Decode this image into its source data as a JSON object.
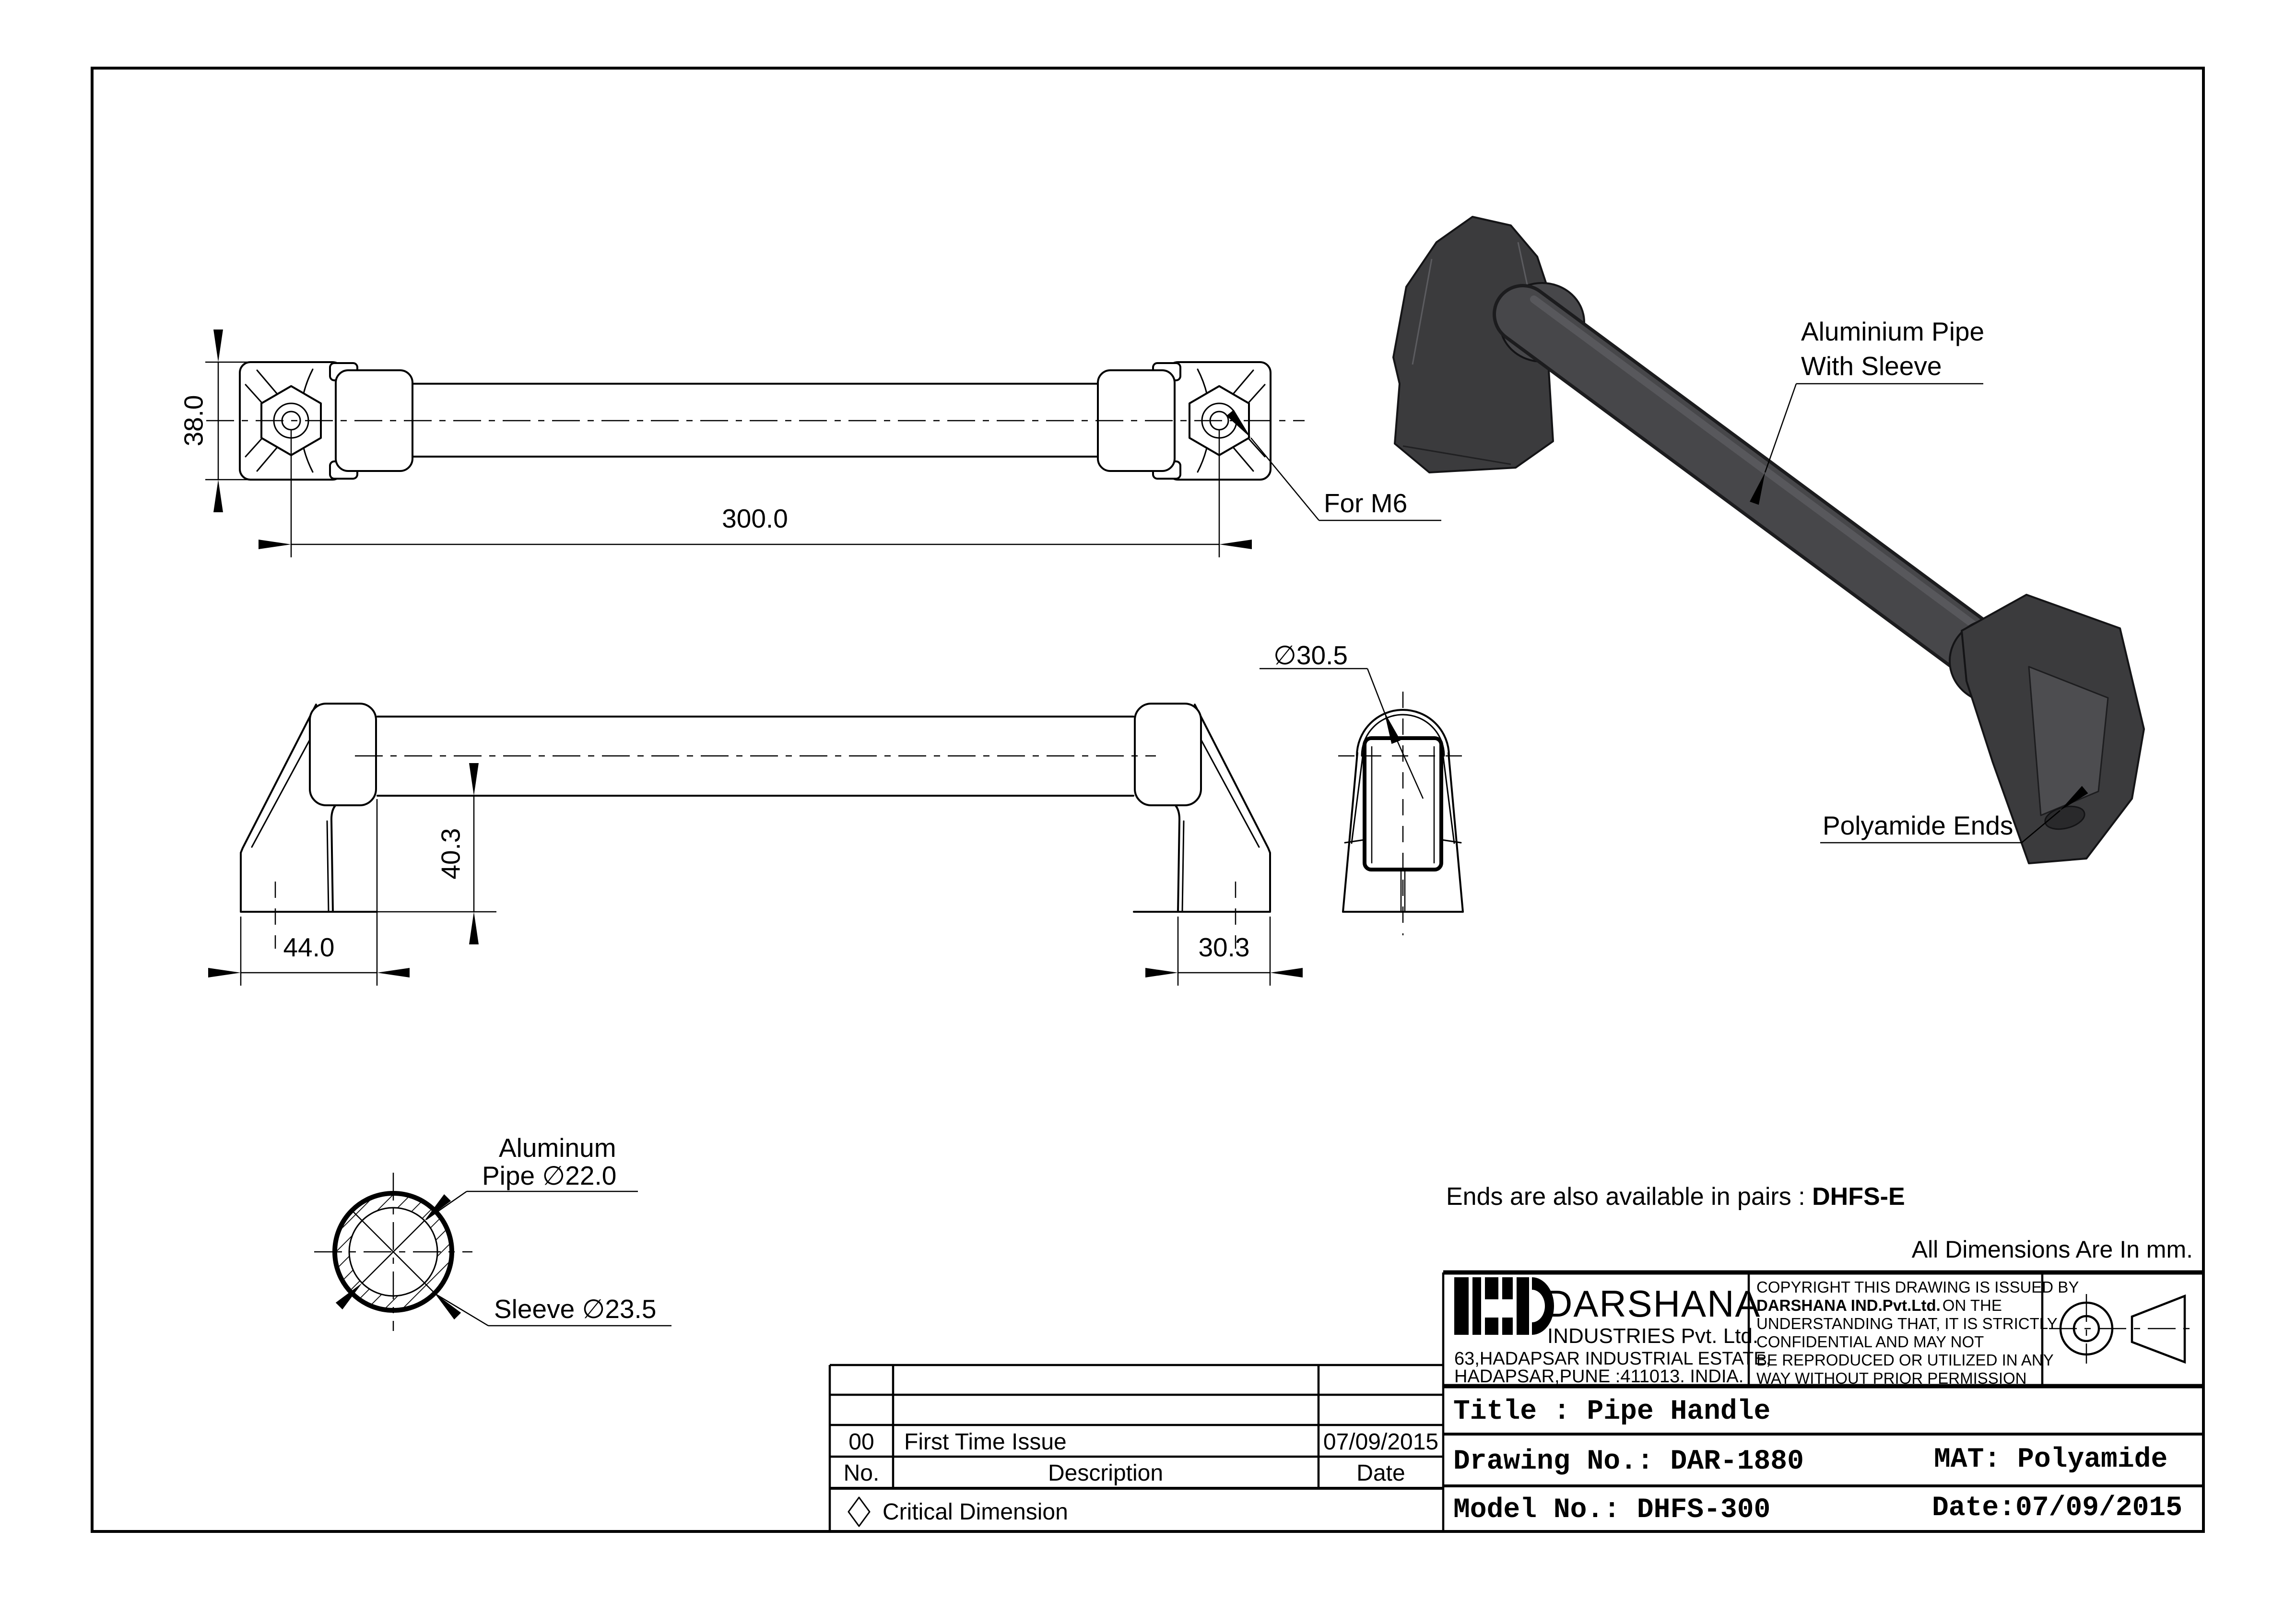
{
  "colors": {
    "line": "#000000",
    "paper": "#ffffff",
    "handle_dark": "#3b3b3d",
    "handle_mid": "#47474a",
    "handle_light": "#5c5c60"
  },
  "views": {
    "front": {
      "dim_height": "38.0",
      "dim_length": "300.0",
      "screw_label": "For M6"
    },
    "side": {
      "dim_height": "40.3",
      "dim_base_width": "44.0",
      "dim_base_depth": "30.3"
    },
    "end": {
      "dim_outer_dia": "∅30.5"
    },
    "iso": {
      "pipe_label_line1": "Aluminium Pipe",
      "pipe_label_line2": "With Sleeve",
      "ends_label": "Polyamide Ends"
    },
    "section": {
      "pipe_label_line1": "Aluminum",
      "pipe_label_line2": "Pipe ∅22.0",
      "sleeve_label": "Sleeve ∅23.5"
    }
  },
  "notes": {
    "pairs_prefix": "Ends are also available in pairs : ",
    "pairs_code": "DHFS-E",
    "units": "All Dimensions Are In mm."
  },
  "revision_table": {
    "row0": {
      "no": "00",
      "description": "First Time Issue",
      "date": "07/09/2015"
    },
    "header": {
      "no": "No.",
      "description": "Description",
      "date": "Date"
    },
    "legend": "Critical Dimension"
  },
  "title_block": {
    "company_name": "DARSHANA",
    "company_type": "INDUSTRIES Pvt. Ltd.",
    "address_line1": "63,HADAPSAR INDUSTRIAL ESTATE,",
    "address_line2": "HADAPSAR,PUNE :411013. INDIA.",
    "copyright_line1": "COPYRIGHT THIS DRAWING IS ISSUED BY",
    "copyright_line2_bold": "DARSHANA IND.Pvt.Ltd.",
    "copyright_line2_rest": " ON THE",
    "copyright_line3": "UNDERSTANDING THAT, IT IS STRICTLY",
    "copyright_line4": "CONFIDENTIAL AND MAY NOT",
    "copyright_line5": "BE REPRODUCED OR UTILIZED IN ANY",
    "copyright_line6": "WAY WITHOUT PRIOR PERMISSION",
    "title": "Title : Pipe Handle",
    "drawing_no": "Drawing No.: DAR-1880",
    "material": "MAT: Polyamide",
    "model_no": "Model No.: DHFS-300",
    "date": "Date:07/09/2015"
  }
}
